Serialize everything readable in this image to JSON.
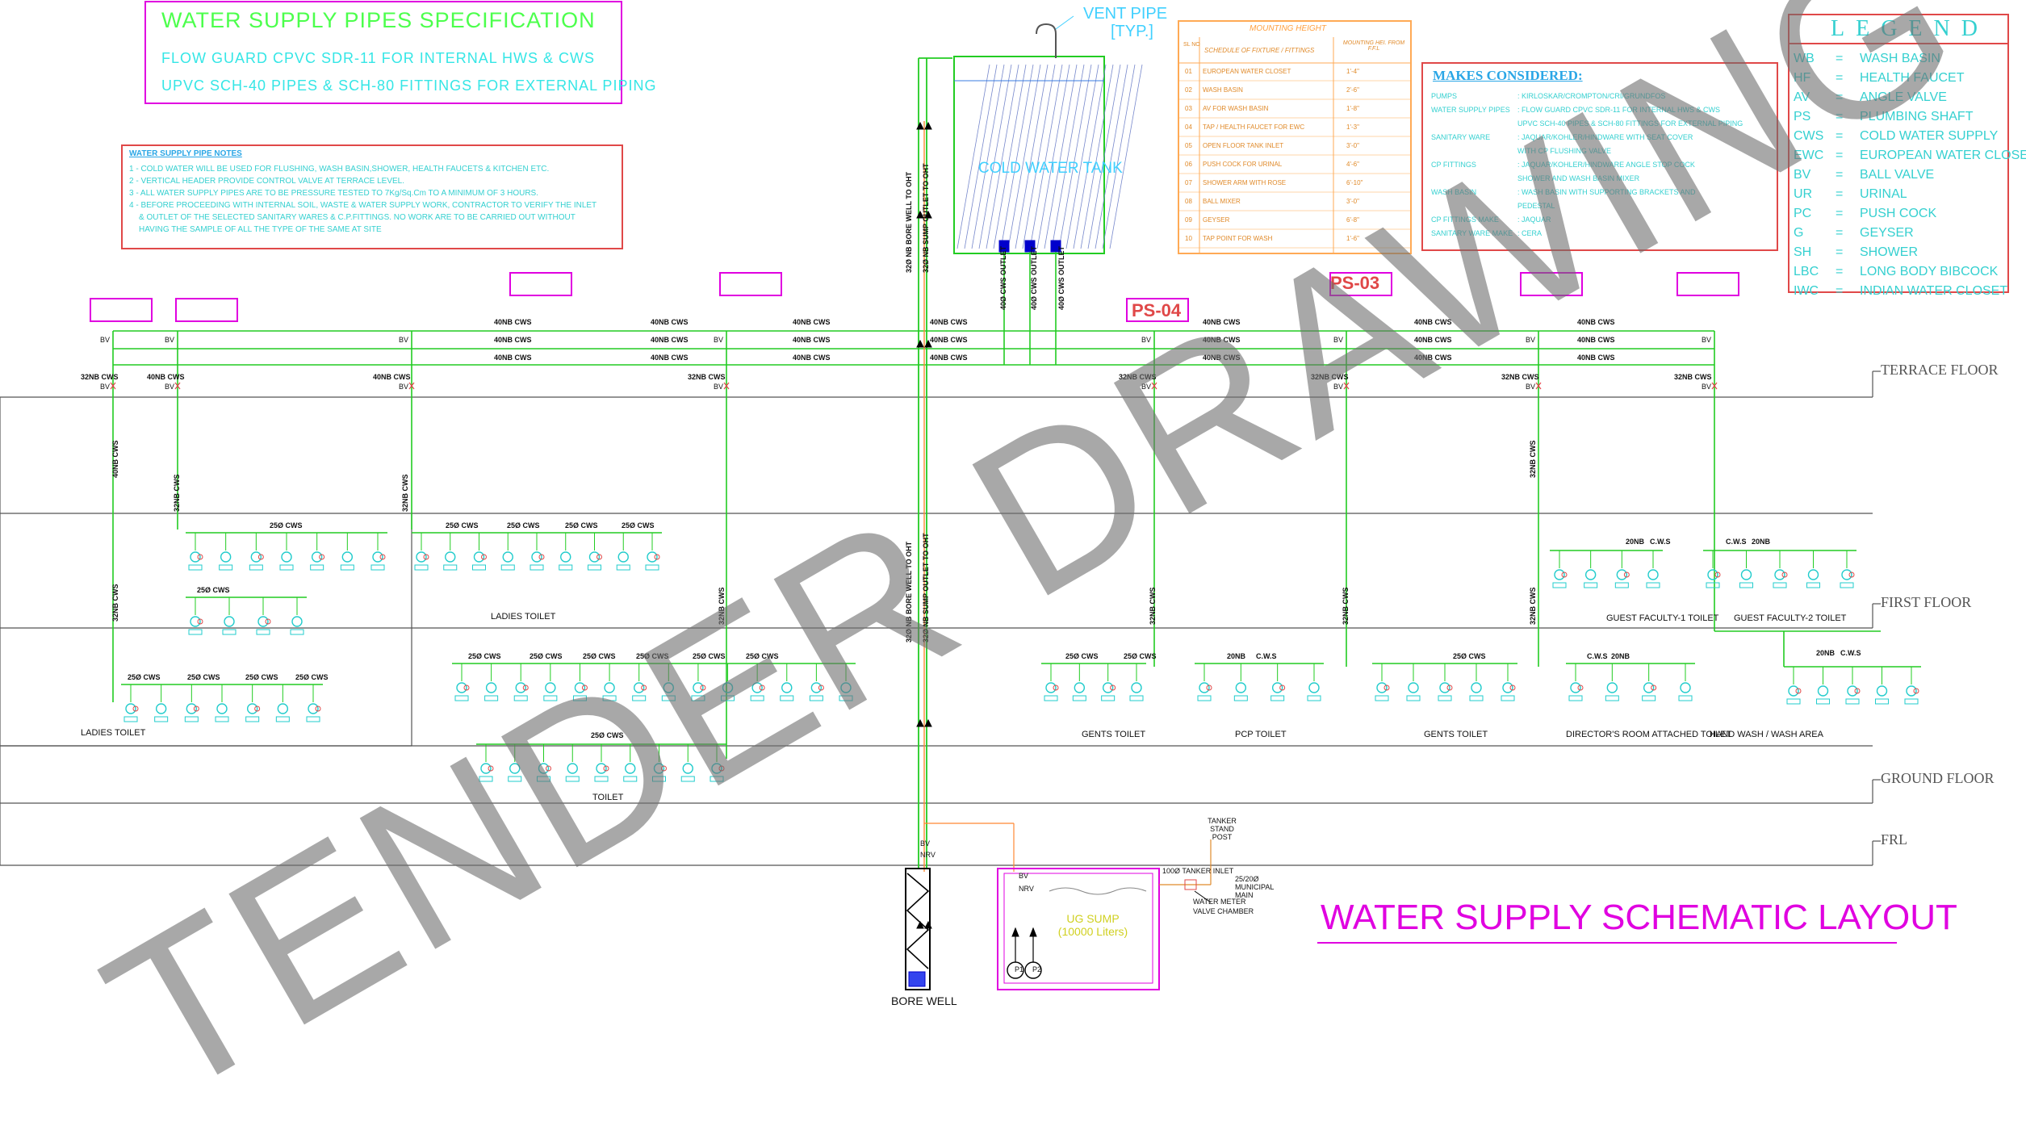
{
  "spec": {
    "title": "WATER SUPPLY PIPES SPECIFICATION",
    "line1": "FLOW GUARD CPVC SDR-11 FOR INTERNAL HWS & CWS",
    "line2": "UPVC SCH-40 PIPES & SCH-80 FITTINGS FOR EXTERNAL PIPING"
  },
  "notes": {
    "title": "WATER SUPPLY PIPE NOTES",
    "items": [
      "1 - COLD WATER WILL BE USED FOR FLUSHING, WASH BASIN,SHOWER, HEALTH FAUCETS & KITCHEN ETC.",
      "2 - VERTICAL HEADER PROVIDE CONTROL VALVE AT TERRACE LEVEL.",
      "3 - ALL WATER SUPPLY PIPES ARE TO BE PRESSURE TESTED TO 7Kg/Sq.Cm TO A MINIMUM OF 3 HOURS.",
      "4 - BEFORE PROCEEDING WITH INTERNAL SOIL, WASTE & WATER SUPPLY WORK, CONTRACTOR TO VERIFY THE INLET",
      "& OUTLET OF THE SELECTED SANITARY WARES & C.P.FITTINGS. NO WORK ARE TO BE CARRIED OUT WITHOUT",
      "HAVING THE SAMPLE OF ALL THE TYPE OF THE SAME AT SITE"
    ]
  },
  "vent": {
    "line1": "VENT PIPE",
    "line2": "[TYP.]"
  },
  "tank": {
    "label": "COLD WATER TANK"
  },
  "mounting_height": {
    "title": "MOUNTING HEIGHT",
    "col_no": "SL NO",
    "col_fixture": "SCHEDULE OF FIXTURE / FITTINGS",
    "col_height": "MOUNTING HEI. FROM F.F.L",
    "rows": [
      [
        "01",
        "EUROPEAN WATER CLOSET",
        "1'-4\""
      ],
      [
        "02",
        "WASH BASIN",
        "2'-6\""
      ],
      [
        "03",
        "AV FOR WASH BASIN",
        "1'-8\""
      ],
      [
        "04",
        "TAP / HEALTH FAUCET FOR EWC",
        "1'-3\""
      ],
      [
        "05",
        "OPEN FLOOR TANK INLET",
        "3'-0\""
      ],
      [
        "06",
        "PUSH COCK FOR URINAL",
        "4'-6\""
      ],
      [
        "07",
        "SHOWER ARM WITH ROSE",
        "6'-10\""
      ],
      [
        "08",
        "BALL MIXER",
        "3'-0\""
      ],
      [
        "09",
        "GEYSER",
        "6'-8\""
      ],
      [
        "10",
        "TAP POINT FOR WASH",
        "1'-6\""
      ]
    ]
  },
  "makes": {
    "title": "MAKES CONSIDERED:",
    "rows": [
      [
        "PUMPS",
        ": KIRLOSKAR/CROMPTON/CRI/GRUNDFOS"
      ],
      [
        "WATER SUPPLY PIPES",
        ": FLOW GUARD CPVC SDR-11 FOR INTERNAL HWS & CWS"
      ],
      [
        "",
        "UPVC SCH-40 PIPES & SCH-80 FITTINGS FOR EXTERNAL PIPING"
      ],
      [
        "SANITARY WARE",
        ": JAQUAR/KOHLER/HINDWARE WITH SEAT COVER"
      ],
      [
        "",
        "WITH CP FLUSHING VALVE"
      ],
      [
        "CP FITTINGS",
        ": JAQUAR/KOHLER/HINDWARE ANGLE STOP COCK"
      ],
      [
        "",
        "SHOWER AND WASH BASIN MIXER"
      ],
      [
        "WASH BASIN",
        ": WASH BASIN WITH SUPPORTING BRACKETS AND"
      ],
      [
        "",
        "PEDESTAL"
      ],
      [
        "CP FITTINGS MAKE",
        ": JAQUAR"
      ],
      [
        "SANITARY WARE MAKE",
        ": CERA"
      ]
    ]
  },
  "legend": {
    "title": "LEGEND",
    "items": [
      [
        "WB",
        "=",
        "WASH BASIN"
      ],
      [
        "HF",
        "=",
        "HEALTH FAUCET"
      ],
      [
        "AV",
        "=",
        "ANGLE VALVE"
      ],
      [
        "PS",
        "=",
        "PLUMBING SHAFT"
      ],
      [
        "CWS",
        "=",
        "COLD WATER SUPPLY"
      ],
      [
        "EWC",
        "=",
        "EUROPEAN WATER CLOSET"
      ],
      [
        "BV",
        "=",
        "BALL VALVE"
      ],
      [
        "UR",
        "=",
        "URINAL"
      ],
      [
        "PC",
        "=",
        "PUSH COCK"
      ],
      [
        "G",
        "=",
        "GEYSER"
      ],
      [
        "SH",
        "=",
        "SHOWER"
      ],
      [
        "LBC",
        "=",
        "LONG BODY BIBCOCK"
      ],
      [
        "IWC",
        "=",
        "INDIAN WATER CLOSET"
      ]
    ]
  },
  "floors": {
    "terrace": "TERRACE FLOOR",
    "first": "FIRST FLOOR",
    "ground": "GROUND FLOOR",
    "frl": "FRL"
  },
  "rooms": {
    "ladies_toilet_gf": "LADIES TOILET",
    "ladies_toilet_ff": "LADIES TOILET",
    "toilet": "TOILET",
    "gents_toilet_1": "GENTS TOILET",
    "pcp_toilet": "PCP TOILET",
    "gents_toilet_2": "GENTS TOILET",
    "directors_toilet": "DIRECTOR'S ROOM ATTACHED TOILET",
    "handwash": "HAND WASH / WASH AREA",
    "guest1": "GUEST FACULTY-1 TOILET",
    "guest2": "GUEST FACULTY-2 TOILET"
  },
  "header_labels": {
    "h1": "40NB CWS",
    "h2": "40NB CWS",
    "h3": "40NB CWS"
  },
  "branch_labels": {
    "nb32": "32NB CWS",
    "nb40": "40NB CWS",
    "nb25": "25Ø CWS",
    "nb20": "20NB",
    "cws": "C.W.S",
    "bv": "BV",
    "nrv": "NRV"
  },
  "riser_labels": {
    "bore_to_oht_top": "32Ø NB BORE WELL TO OHT",
    "sump_to_oht_top": "32Ø NB SUMP OUTLET TO OHT",
    "bore_to_oht": "32Ø NB BORE WELL TO OHT",
    "sump_to_oht": "32Ø NB SUMP OUTLET TO OHT",
    "outlet1": "40Ø CWS OUTLET",
    "outlet2": "40Ø CWS OUTLET",
    "outlet3": "40Ø CWS OUTLET",
    "v40": "40NB CWS",
    "v32": "32NB CWS"
  },
  "sump": {
    "line1": "UG SUMP",
    "line2": "(10000 Liters)"
  },
  "bore_well": "BORE WELL",
  "tanker": {
    "stand_post": "TANKER STAND POST",
    "inlet": "100Ø TANKER INLET",
    "municipal": "25/20Ø MUNICIPAL MAIN",
    "meter": "WATER METER",
    "chamber": "VALVE CHAMBER"
  },
  "pumps": {
    "p1": "P1",
    "p2": "P2"
  },
  "layout_title": "WATER SUPPLY SCHEMATIC LAYOUT",
  "shaft_tags": {
    "t1": "PS-04",
    "t2": "PS-03"
  },
  "watermark": "TENDER DRAWING",
  "colors": {
    "pipe_green": "#22cc22",
    "riser_orange": "#ff8833",
    "magenta": "#e000e0",
    "red": "#e04848",
    "cyan": "#35d0d0"
  }
}
